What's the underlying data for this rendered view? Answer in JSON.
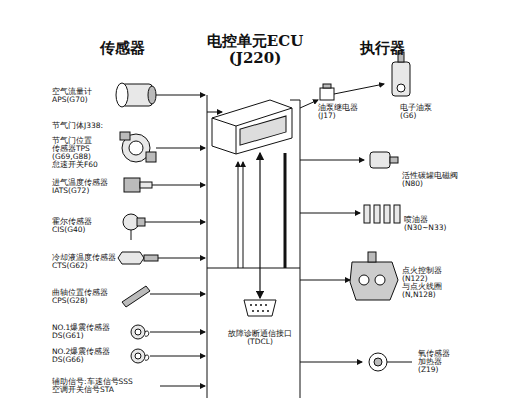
{
  "diagram": {
    "nodes": [
      {
        "text": [
          "电控单元ECU (J220)"
        ]
      },
      {
        "text": [
          "故障诊断通信接口 (TDCL)"
        ]
      }
    ],
    "edges": [
      {
        "from": 0,
        "to": 1,
        "arrow": "both"
      }
    ],
    "labels": [
      "传感器",
      "执行器",
      "空气流量计 APS(G70)",
      "节气门体J338:",
      "节气门位置 传感器TPS (G69,G88) 怠速开关F60",
      "进气温度传感器 IATS(G72)",
      "霍尔传感器 CIS(G40)",
      "冷却液温度传感器 CTS(G62)",
      "曲轴位置传感器 CPS(G28)",
      "NO.1爆震传感器 DS(G61)",
      "NO.2爆震传感器 DS(G66)",
      "辅助信号:车速信号SSS 空调开关信号STA",
      "油泵继电器 (J17)",
      "电子油泵 (G6)",
      "活性碳罐电磁阀 (N80)",
      "喷油器 (N30~N33)",
      "点火控制器 (N122) 与点火线圈 (N,N128)",
      "氧传感器 加热器 (Z19)"
    ]
  }
}
